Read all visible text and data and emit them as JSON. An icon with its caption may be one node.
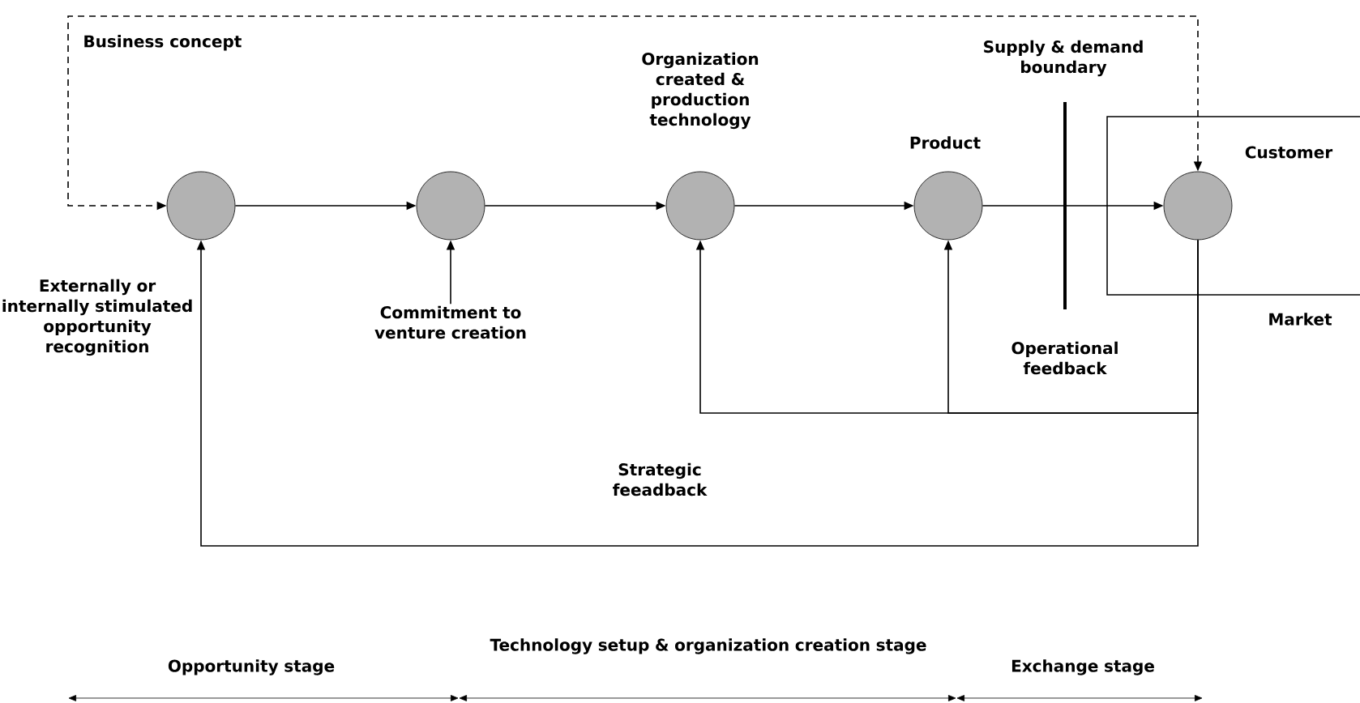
{
  "diagram": {
    "nodes": [
      {
        "text": [],
        "shape": "circle",
        "beside": [
          "Externally or internally stimulated opportunity recognition"
        ]
      },
      {
        "text": [],
        "shape": "circle"
      },
      {
        "text": [],
        "shape": "circle",
        "beside": [
          "Organization created & production technology"
        ]
      },
      {
        "text": [],
        "shape": "circle",
        "beside": [
          "Product"
        ]
      },
      {
        "text": [
          "Market"
        ]
      },
      {
        "text": [],
        "shape": "circle",
        "in": 4,
        "beside": [
          "Customer"
        ]
      },
      {
        "text": [
          "Commitment to venture creation"
        ]
      }
    ],
    "edges": [
      {
        "from": 0,
        "to": 1,
        "arrow": "to"
      },
      {
        "from": 1,
        "to": 2,
        "arrow": "to"
      },
      {
        "from": 2,
        "to": 3,
        "arrow": "to"
      },
      {
        "from": 3,
        "to": 5,
        "arrow": "to"
      },
      {
        "from": 5,
        "to": 0,
        "arrow": "both",
        "style": "dashed",
        "label": "Business concept"
      },
      {
        "from": 5,
        "to": 2,
        "arrow": "to"
      },
      {
        "from": 5,
        "to": 3,
        "arrow": "to"
      },
      {
        "from": 5,
        "to": 0,
        "arrow": "to"
      },
      {
        "from": 6,
        "to": 1,
        "arrow": "to"
      }
    ],
    "labels": [
      "Supply & demand boundary",
      "Operational feedback",
      "Strategic feeadback",
      "Technology setup & organization creation stage",
      "Opportunity stage",
      "Exchange stage"
    ]
  }
}
